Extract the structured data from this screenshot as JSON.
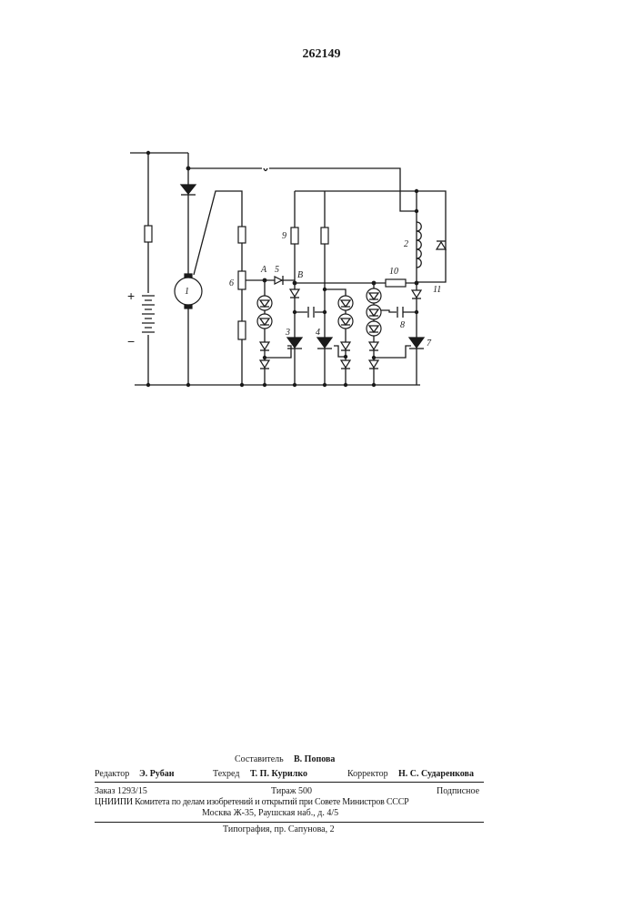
{
  "patent_number": "262149",
  "figure": {
    "supply_plus": "+",
    "supply_minus": "−",
    "labels": {
      "motor": "1",
      "coil": "2",
      "thyristor_3": "3",
      "thyristor_4": "4",
      "diode_5": "5",
      "resistor_6": "6",
      "thyristor_7": "7",
      "capacitor_8": "8",
      "resistor_9": "9",
      "resistor_10": "10",
      "diode_11": "11",
      "point_a": "A",
      "point_b": "B"
    }
  },
  "footer": {
    "compiler_label": "Составитель",
    "compiler_name": "В. Попова",
    "editor_label": "Редактор",
    "editor_name": "Э. Рубан",
    "techred_label": "Техред",
    "techred_name": "Т. П. Курилко",
    "corrector_label": "Корректор",
    "corrector_name": "Н. С. Сударенкова",
    "order": "Заказ 1293/15",
    "circulation": "Тираж 500",
    "subscription": "Подписное",
    "institution": "ЦНИИПИ Комитета по делам изобретений и открытий при Совете Министров СССР",
    "address": "Москва Ж-35, Раушская наб., д. 4/5",
    "printer": "Типография, пр. Сапунова, 2"
  }
}
